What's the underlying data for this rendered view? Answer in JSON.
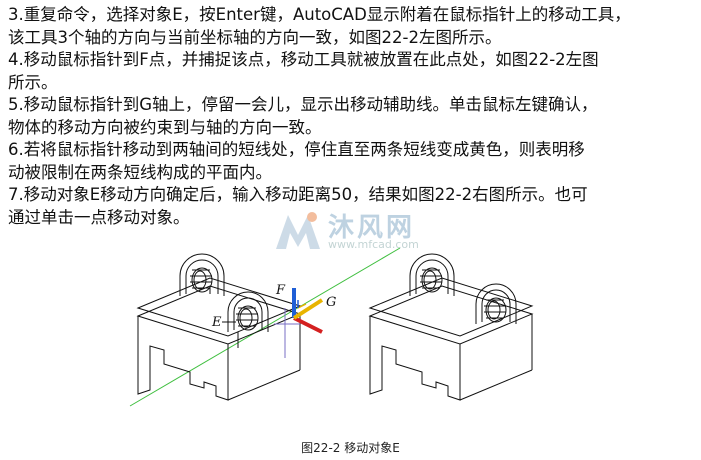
{
  "paragraphs": [
    {
      "id": "p3",
      "lines": [
        "3.重复命令，选择对象E，按Enter键，AutoCAD显示附着在鼠标指针上的移动工具，",
        "该工具3个轴的方向与当前坐标轴的方向一致，如图22-2左图所示。"
      ]
    },
    {
      "id": "p4",
      "lines": [
        "4.移动鼠标指针到F点，并捕捉该点，移动工具就被放置在此点处，如图22-2左图",
        "所示。"
      ]
    },
    {
      "id": "p5",
      "lines": [
        "5.移动鼠标指针到G轴上，停留一会儿，显示出移动辅助线。单击鼠标左键确认，",
        "物体的移动方向被约束到与轴的方向一致。"
      ]
    },
    {
      "id": "p6",
      "lines": [
        "6.若将鼠标指针移动到两轴间的短线处，停住直至两条短线变成黄色，则表明移",
        "动被限制在两条短线构成的平面内。"
      ]
    },
    {
      "id": "p7",
      "lines": [
        "7.移动对象E移动方向确定后，输入移动距离50，结果如图22-2右图所示。也可",
        "通过单击一点移动对象。"
      ]
    }
  ],
  "figure": {
    "label_e": "E",
    "label_f": "F",
    "label_g": "G",
    "caption": "图22-2 移动对象E"
  },
  "watermark": {
    "title": "沐风网",
    "url": "www.mfcad.com"
  },
  "colors": {
    "axis_blue": "#1f5fd6",
    "axis_red": "#d42020",
    "axis_yellow": "#e8b400",
    "guide_green": "#3fbf3f",
    "watermark": "#7fa7c4"
  }
}
